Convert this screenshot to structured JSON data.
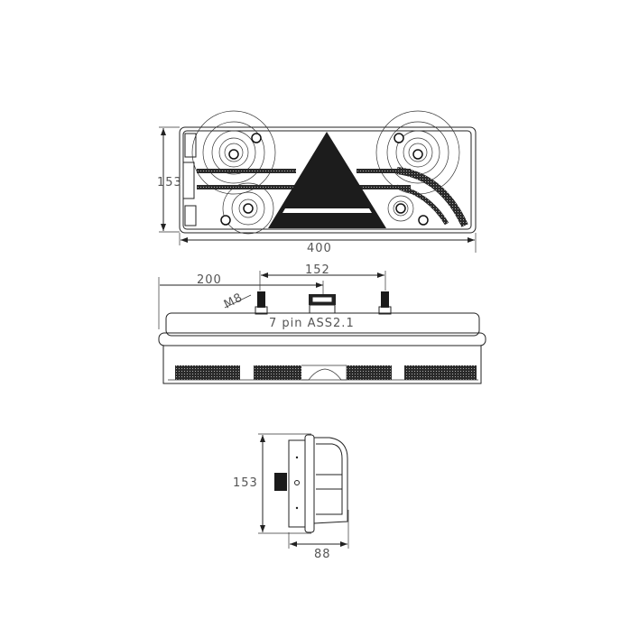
{
  "front_view": {
    "height_dim": "153",
    "width_dim": "400"
  },
  "top_view": {
    "offset_dim": "200",
    "bolt_spacing_dim": "152",
    "thread_label": "M8",
    "connector_label": "7 pin ASS2.1"
  },
  "side_view": {
    "height_dim": "153",
    "depth_dim": "88"
  },
  "colors": {
    "line": "#222222",
    "text": "#555555",
    "fill_dark": "#1a1a1a"
  }
}
